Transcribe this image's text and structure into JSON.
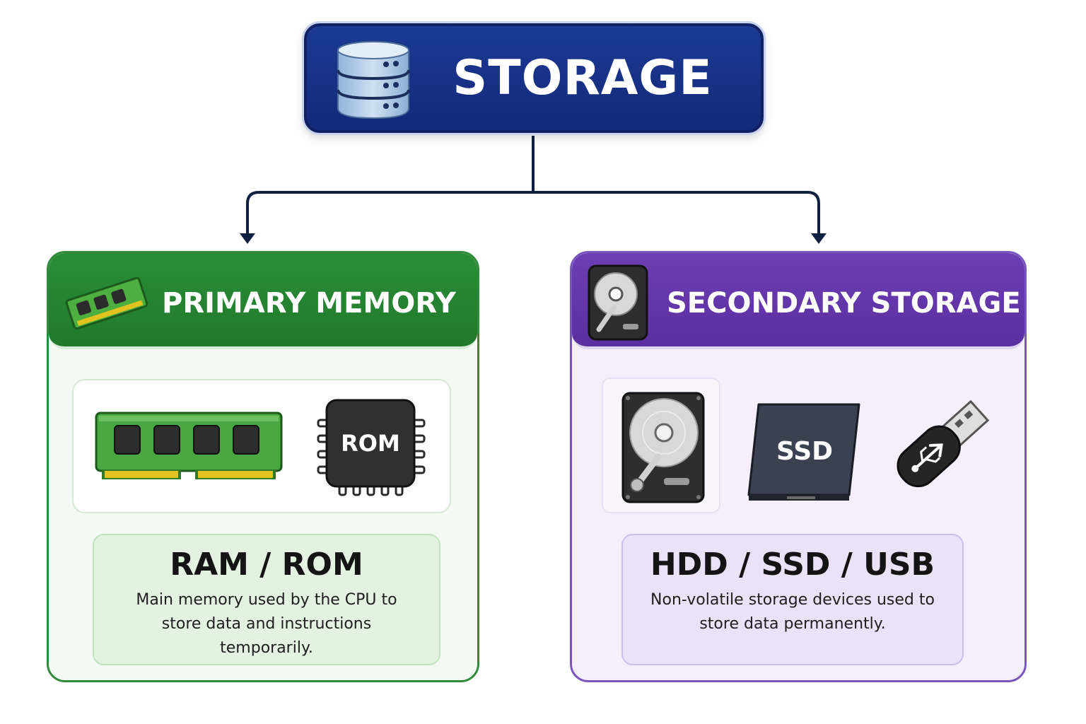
{
  "root": {
    "title": "STORAGE",
    "icon": "database-icon"
  },
  "primary": {
    "header": "PRIMARY MEMORY",
    "header_icon": "ram-stick-icon",
    "devices": [
      {
        "name": "ram-icon"
      },
      {
        "name": "rom-chip-icon",
        "label": "ROM"
      }
    ],
    "title": "RAM / ROM",
    "description": "Main memory used by the CPU to store data and instructions temporarily.",
    "color": "#1f7a2b"
  },
  "secondary": {
    "header": "SECONDARY STORAGE",
    "header_icon": "hard-drive-icon",
    "devices": [
      {
        "name": "hdd-icon"
      },
      {
        "name": "ssd-icon",
        "label": "SSD"
      },
      {
        "name": "usb-drive-icon"
      }
    ],
    "title": "HDD / SSD / USB",
    "description": "Non-volatile storage devices used to store data permanently.",
    "color": "#5b2fa0"
  },
  "connector_color": "#10213f"
}
